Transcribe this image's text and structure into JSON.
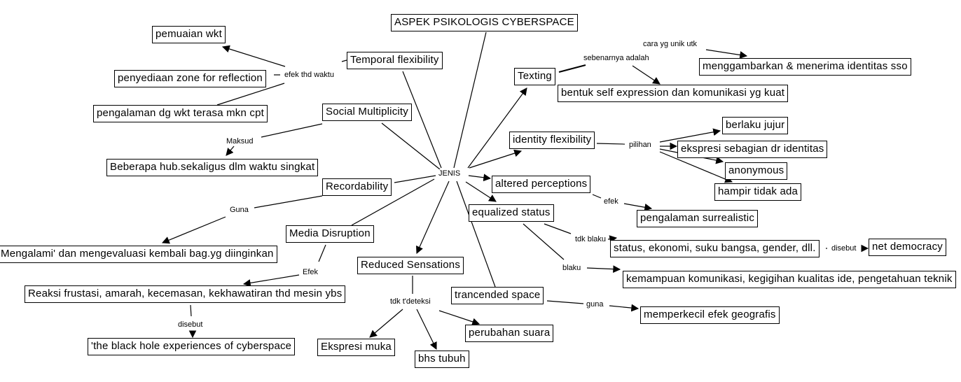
{
  "title": "ASPEK PSIKOLOGIS CYBERSPACE",
  "hub": "JENIS",
  "nodes": {
    "root": "ASPEK PSIKOLOGIS CYBERSPACE",
    "temporal": "Temporal flexibility",
    "pemuaian": "pemuaian wkt",
    "zone": "penyediaan zone for reflection",
    "pengalaman_wkt": "pengalaman dg wkt terasa mkn cpt",
    "social": "Social Multiplicity",
    "beberapa": "Beberapa hub.sekaligus dlm waktu singkat",
    "record": "Recordability",
    "mengalami": "Mengalami' dan mengevaluasi kembali bag.yg diinginkan",
    "media": "Media Disruption",
    "reaksi": "Reaksi frustasi, amarah, kecemasan, kekhawatiran thd mesin ybs",
    "blackhole": "'the black hole experiences of cyberspace",
    "reduced": "Reduced Sensations",
    "ekspresi_muka": "Ekspresi muka",
    "bhs_tubuh": "bhs tubuh",
    "suara": "perubahan suara",
    "texting": "Texting",
    "bentuk": "bentuk self expression dan komunikasi yg kuat",
    "menggambarkan": "menggambarkan & menerima identitas sso",
    "identity": "identity flexibility",
    "jujur": "berlaku jujur",
    "sebagian": "ekspresi sebagian dr identitas",
    "anonymous": "anonymous",
    "hampir": "hampir tidak ada",
    "altered": "altered perceptions",
    "surreal": "pengalaman surrealistic",
    "equalized": "equalized status",
    "status": "status, ekonomi, suku bangsa, gender, dll.",
    "netdem": "net democracy",
    "kemampuan": "kemampuan komunikasi, kegigihan kualitas ide, pengetahuan teknik",
    "trancended": "trancended space",
    "geografis": "memperkecil efek geografis"
  },
  "links": {
    "efek_waktu": "efek thd waktu",
    "maksud": "Maksud",
    "guna1": "Guna",
    "efek_media": "Efek",
    "disebut1": "disebut",
    "tdk_deteksi": "tdk t'deteksi",
    "sebenarnya": "sebenarnya adalah",
    "cara": "cara yg unik utk",
    "pilihan": "pilihan",
    "efek_alt": "efek",
    "tdk_blaku": "tdk blaku",
    "blaku": "blaku",
    "disebut2": "disebut",
    "guna2": "guna"
  }
}
